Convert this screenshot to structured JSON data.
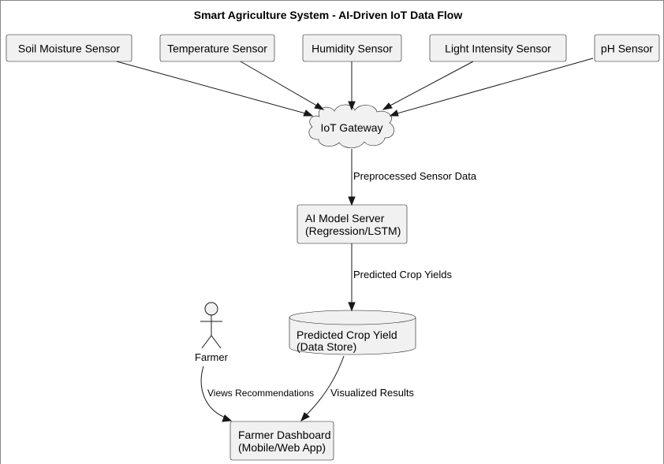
{
  "title": "Smart Agriculture System - AI-Driven IoT Data Flow",
  "nodes": {
    "soil": "Soil Moisture Sensor",
    "temp": "Temperature Sensor",
    "humid": "Humidity Sensor",
    "light": "Light Intensity Sensor",
    "ph": "pH Sensor",
    "gateway": "IoT Gateway",
    "ai_line1": "AI Model Server",
    "ai_line2": "(Regression/LSTM)",
    "store_line1": "Predicted Crop Yield",
    "store_line2": "(Data Store)",
    "actor": "Farmer",
    "dash_line1": "Farmer Dashboard",
    "dash_line2": "(Mobile/Web App)"
  },
  "edges": {
    "gateway_to_ai": "Preprocessed Sensor Data",
    "ai_to_store": "Predicted Crop Yields",
    "store_to_dash": "Visualized Results",
    "farmer_to_dash": "Views Recommendations"
  },
  "colors": {
    "node_fill": "#f1f1f1",
    "stroke": "#181818",
    "frame": "#888888"
  }
}
